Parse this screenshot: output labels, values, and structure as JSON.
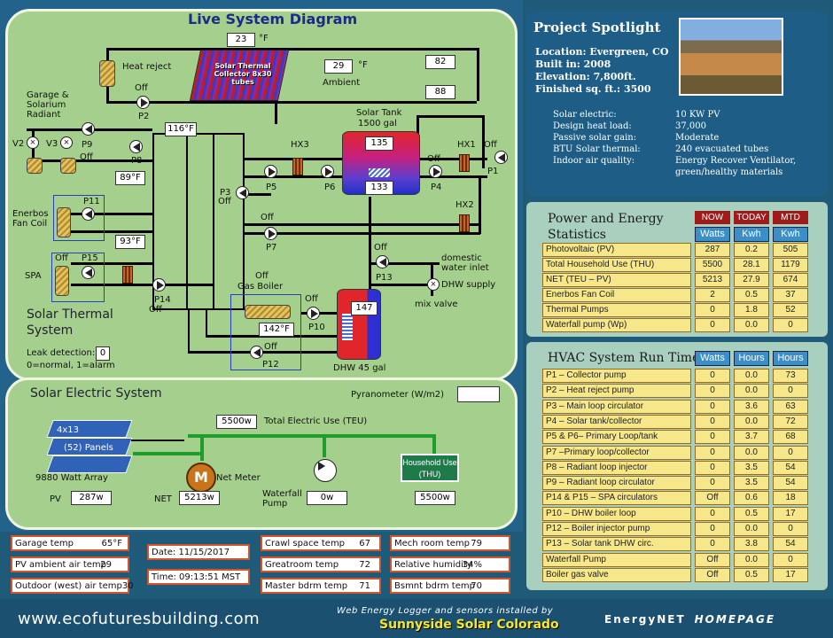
{
  "diagram": {
    "title": "Live System Diagram",
    "labels": {
      "heat_reject": "Heat reject",
      "solar_collector": "Solar Thermal Collector 8x30 tubes",
      "ambient": "Ambient",
      "garage_radiant": "Garage & Solarium Radiant",
      "solar_tank": "Solar Tank",
      "solar_tank_size": "1500 gal",
      "enerbos": "Enerbos Fan Coil",
      "spa": "SPA",
      "solar_thermal_system": "Solar Thermal System",
      "gas_boiler": "Gas Boiler",
      "dhw_tank": "DHW 45 gal",
      "domestic_inlet": "domestic water inlet",
      "dhw_supply": "DHW supply",
      "mix_valve": "mix valve",
      "leak_detection": "Leak detection:",
      "leak_legend": "0=normal, 1=alarm",
      "unit_f": "°F"
    },
    "readings": {
      "collector_temp": "23",
      "ambient_temp": "29",
      "heat_reject_out": "82",
      "heat_reject_in": "88",
      "manifold_temp": "116°F",
      "radiant_temp": "89°F",
      "fan_coil_temp": "93°F",
      "tank_top": "135",
      "tank_bottom": "133",
      "boiler_temp": "142°F",
      "dhw_temp": "147",
      "leak_value": "0"
    },
    "pumps": {
      "p1": "P1",
      "p1_state": "Off",
      "p2": "P2",
      "p2_state": "Off",
      "p3": "P3",
      "p3_state": "Off",
      "p4": "P4",
      "p4_state": "Off",
      "p5": "P5",
      "p6": "P6",
      "p7": "P7",
      "p7_state": "Off",
      "p8": "P8",
      "p9": "P9",
      "p9_state": "Off",
      "p10": "P10",
      "p10_state": "Off",
      "p11": "P11",
      "p12": "P12",
      "p12_state": "Off",
      "p13": "P13",
      "p13_state": "Off",
      "p14": "P14",
      "p14_state": "Off",
      "p15": "P15",
      "p15_state": "Off",
      "boiler_state": "Off",
      "v2": "V2",
      "v3": "V3",
      "hx1": "HX1",
      "hx2": "HX2",
      "hx3": "HX3"
    }
  },
  "electric": {
    "title": "Solar Electric System",
    "pyranometer_label": "Pyranometer (W/m2)",
    "pyranometer_value": "",
    "array_grid": "4x13",
    "panels": "(52) Panels",
    "array_label": "9880 Watt Array",
    "teu_value": "5500w",
    "teu_label": "Total Electric Use (TEU)",
    "net_meter_label": "Net Meter",
    "meter_letter": "M",
    "household_label": "Household Use (THU)",
    "pv_label": "PV",
    "pv_value": "287w",
    "net_label": "NET",
    "net_value": "5213w",
    "waterfall_label": "Waterfall Pump",
    "waterfall_value": "0w",
    "thu_value": "5500w"
  },
  "spotlight": {
    "title": "Project Spotlight",
    "location": "Location: Evergreen, CO",
    "built": "Built in: 2008",
    "elevation": "Elevation: 7,800ft.",
    "finished": "Finished sq. ft.: 3500",
    "specs": [
      {
        "k": "Solar electric:",
        "v": "10 KW PV"
      },
      {
        "k": "Design heat load:",
        "v": "37,000"
      },
      {
        "k": "Passive solar gain:",
        "v": "Moderate"
      },
      {
        "k": "BTU Solar thermal:",
        "v": "240 evacuated tubes"
      },
      {
        "k": "Indoor air quality:",
        "v": "Energy Recover Ventilator,"
      },
      {
        "k": "",
        "v": "green/healthy materials"
      }
    ]
  },
  "power": {
    "title": "Power and Energy Statistics",
    "headers": [
      "NOW",
      "TODAY",
      "MTD"
    ],
    "units": [
      "Watts",
      "Kwh",
      "Kwh"
    ],
    "rows": [
      {
        "label": "Photovoltaic (PV)",
        "v": [
          "287",
          "0.2",
          "505"
        ]
      },
      {
        "label": "Total Household Use (THU)",
        "v": [
          "5500",
          "28.1",
          "1179"
        ]
      },
      {
        "label": "NET (TEU – PV)",
        "v": [
          "5213",
          "27.9",
          "674"
        ]
      },
      {
        "label": "Enerbos Fan Coil",
        "v": [
          "2",
          "0.5",
          "37"
        ]
      },
      {
        "label": "Thermal Pumps",
        "v": [
          "0",
          "1.8",
          "52"
        ]
      },
      {
        "label": "Waterfall pump (Wp)",
        "v": [
          "0",
          "0.0",
          "0"
        ]
      }
    ]
  },
  "hvac": {
    "title": "HVAC System Run Time",
    "units": [
      "Watts",
      "Hours",
      "Hours"
    ],
    "rows": [
      {
        "label": "P1 – Collector pump",
        "v": [
          "0",
          "0.0",
          "73"
        ]
      },
      {
        "label": "P2 – Heat reject pump",
        "v": [
          "0",
          "0.0",
          "0"
        ]
      },
      {
        "label": "P3 – Main loop circulator",
        "v": [
          "0",
          "3.6",
          "63"
        ]
      },
      {
        "label": "P4 – Solar tank/collector",
        "v": [
          "0",
          "0.0",
          "72"
        ]
      },
      {
        "label": "P5 & P6– Primary Loop/tank",
        "v": [
          "0",
          "3.7",
          "68"
        ]
      },
      {
        "label": "P7 –Primary loop/collector",
        "v": [
          "0",
          "0.0",
          "0"
        ]
      },
      {
        "label": "P8 – Radiant loop injector",
        "v": [
          "0",
          "3.5",
          "54"
        ]
      },
      {
        "label": "P9 – Radiant loop circulator",
        "v": [
          "0",
          "3.5",
          "54"
        ]
      },
      {
        "label": "P14 & P15 – SPA circulators",
        "v": [
          "Off",
          "0.6",
          "18"
        ]
      },
      {
        "label": "P10 – DHW boiler loop",
        "v": [
          "0",
          "0.5",
          "17"
        ]
      },
      {
        "label": "P12 – Boiler injector pump",
        "v": [
          "0",
          "0.0",
          "0"
        ]
      },
      {
        "label": "P13 – Solar tank DHW circ.",
        "v": [
          "0",
          "3.8",
          "54"
        ]
      },
      {
        "label": "Waterfall Pump",
        "v": [
          "Off",
          "0.0",
          "0"
        ]
      },
      {
        "label": "Boiler gas valve",
        "v": [
          "Off",
          "0.5",
          "17"
        ]
      }
    ]
  },
  "info": {
    "garage": {
      "label": "Garage temp",
      "value": "65°F"
    },
    "pv_ambient": {
      "label": "PV ambient air temp",
      "value": "29"
    },
    "outdoor": {
      "label": "Outdoor (west) air temp",
      "value": "30"
    },
    "date": {
      "label": "Date:",
      "value": "11/15/2017"
    },
    "time": {
      "label": "Time:",
      "value": "09:13:51 MST"
    },
    "crawl": {
      "label": "Crawl space temp",
      "value": "67"
    },
    "greatroom": {
      "label": "Greatroom temp",
      "value": "72"
    },
    "master": {
      "label": "Master bdrm temp",
      "value": "71"
    },
    "mech": {
      "label": "Mech room temp",
      "value": "79"
    },
    "humidity": {
      "label": "Relative humidity",
      "value": "34%"
    },
    "bsmnt": {
      "label": "Bsmnt bdrm temp",
      "value": "70"
    }
  },
  "footer": {
    "url": "www.ecofuturesbuilding.com",
    "logger": "Web Energy Logger and sensors installed by",
    "installer": "Sunnyside Solar Colorado",
    "energynet": "EnergyNET",
    "homepage": "HOMEPAGE"
  }
}
